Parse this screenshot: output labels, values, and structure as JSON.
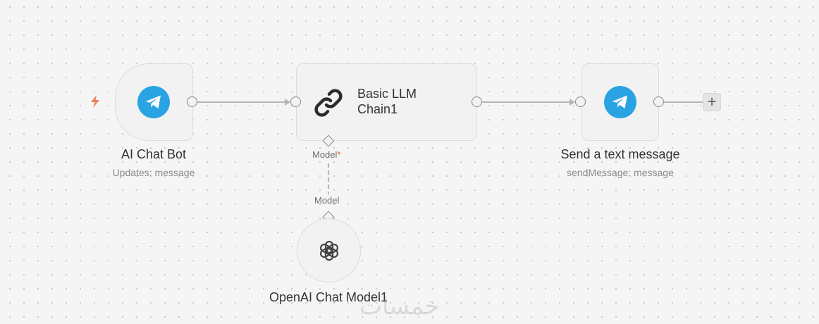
{
  "canvas": {
    "dot_color": "#c7c7c7",
    "background": "#f5f5f5"
  },
  "nodes": {
    "trigger": {
      "title": "AI Chat Bot",
      "subtitle": "Updates: message",
      "icon": "telegram-icon",
      "badge_icon": "lightning-bolt-icon",
      "badge_color": "#f07c5d"
    },
    "llm_chain": {
      "title": "Basic LLM Chain1",
      "icon": "chain-link-icon",
      "input_label": "Model",
      "required_mark": "*"
    },
    "send_message": {
      "title": "Send a text message",
      "subtitle": "sendMessage: message",
      "icon": "telegram-icon"
    },
    "openai_model": {
      "title": "OpenAI Chat Model1",
      "output_label": "Model",
      "icon": "openai-icon"
    }
  },
  "add_button_label": "+",
  "watermark": "خمسات",
  "colors": {
    "telegram": "#2aa3e4",
    "edge": "#b5b5b5",
    "required": "#e8533f"
  }
}
